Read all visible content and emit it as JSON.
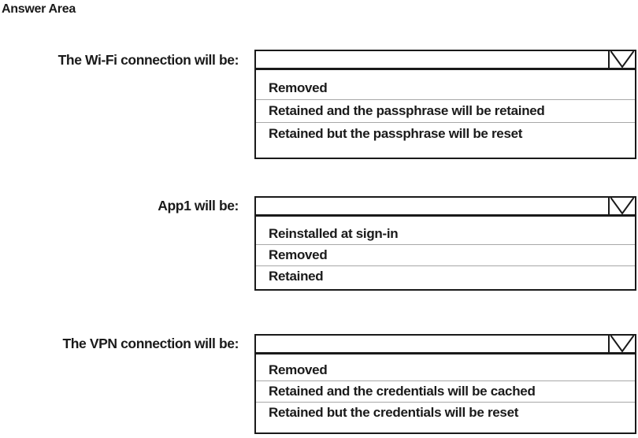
{
  "page": {
    "title": "Answer Area"
  },
  "colors": {
    "border": "#1a1a1a",
    "text": "#1a1a1a",
    "separator": "#a8a8a8",
    "background": "#ffffff"
  },
  "questions": [
    {
      "label": "The Wi-Fi connection will be:",
      "selected_value": "",
      "options": [
        "Removed",
        "Retained and the passphrase will be retained",
        "Retained but the passphrase will be reset"
      ]
    },
    {
      "label": "App1 will be:",
      "selected_value": "",
      "options": [
        "Reinstalled at sign-in",
        "Removed",
        "Retained"
      ]
    },
    {
      "label": "The VPN connection will be:",
      "selected_value": "",
      "options": [
        "Removed",
        "Retained and the credentials will be cached",
        "Retained but the credentials will be reset"
      ]
    }
  ]
}
